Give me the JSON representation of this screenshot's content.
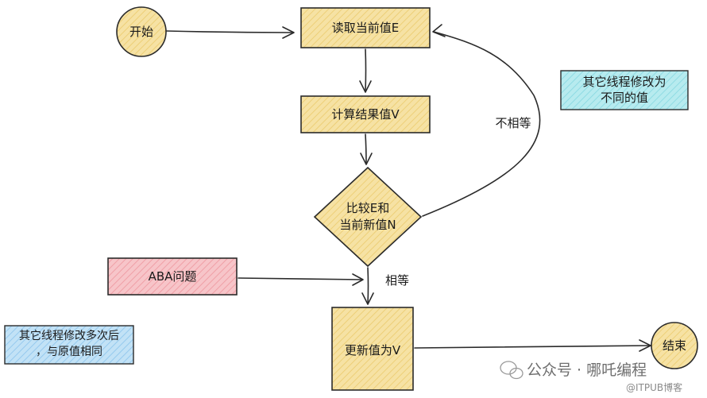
{
  "nodes": {
    "start": "开始",
    "read": "读取当前值E",
    "compute": "计算结果值V",
    "compare_line1": "比较E和",
    "compare_line2": "当前新值N",
    "update": "更新值为V",
    "end": "结束",
    "aba": "ABA问题"
  },
  "edges": {
    "not_equal": "不相等",
    "equal": "相等"
  },
  "notes": {
    "other_modify_line1": "其它线程修改为",
    "other_modify_line2": "不同的值",
    "multi_modify_line1": "其它线程修改多次后",
    "multi_modify_line2": "，与原值相同"
  },
  "watermark": {
    "account": "公众号 · 哪吒编程",
    "site": "@ITPUB博客"
  },
  "colors": {
    "circle": "#f6e2a4",
    "process": "#f6e2a4",
    "diamond": "#f6e2a4",
    "aba": "#f5b3b8",
    "note_cyan": "#a7e4ea",
    "note_blue": "#b1d9f3",
    "stroke": "#2b2b2b"
  }
}
